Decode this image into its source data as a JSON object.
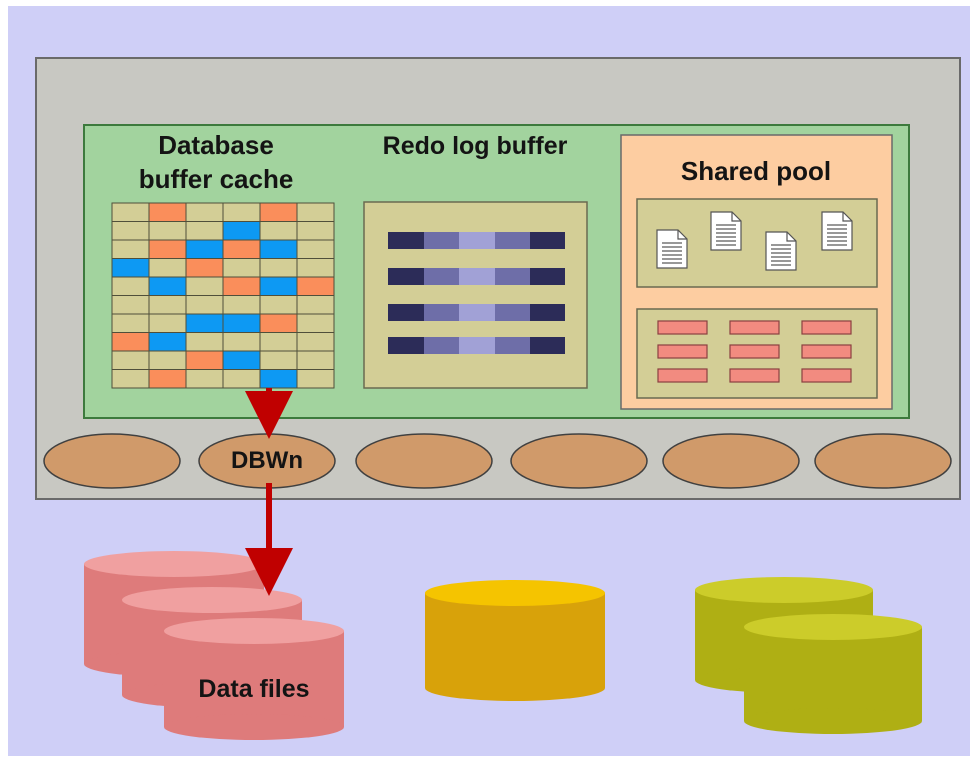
{
  "diagram": {
    "buffer_cache_label_line1": "Database",
    "buffer_cache_label_line2": "buffer cache",
    "redo_log_label": "Redo log buffer",
    "shared_pool_label": "Shared pool",
    "process_label": "DBWn",
    "data_files_label": "Data files"
  },
  "colors": {
    "page_background": "#cfcff7",
    "instance_box": "#c8c8c2",
    "sga_box": "#a2d39e",
    "shared_pool_box": "#fdcda1",
    "buffer_cell": "#d3ce96",
    "buffer_dirty": "#fa8e5b",
    "buffer_pinned": "#0d99f3",
    "redo_dark": "#2c2c58",
    "redo_mid": "#6e6ea8",
    "redo_light": "#a1a1d6",
    "process_oval": "#d09a6a",
    "arrow": "#c00000",
    "data_file_cylinder": "#de7b7b",
    "control_file_cylinder": "#d8a20a",
    "redo_file_cylinder": "#afaf14"
  },
  "buffer_grid": [
    [
      "c",
      "d",
      "c",
      "c",
      "d",
      "c"
    ],
    [
      "c",
      "c",
      "c",
      "p",
      "c",
      "c"
    ],
    [
      "c",
      "d",
      "p",
      "d",
      "p",
      "c"
    ],
    [
      "p",
      "c",
      "d",
      "c",
      "c",
      "c"
    ],
    [
      "c",
      "p",
      "c",
      "d",
      "p",
      "d"
    ],
    [
      "c",
      "c",
      "c",
      "c",
      "c",
      "c"
    ],
    [
      "c",
      "c",
      "p",
      "p",
      "d",
      "c"
    ],
    [
      "d",
      "p",
      "c",
      "c",
      "c",
      "c"
    ],
    [
      "c",
      "c",
      "d",
      "p",
      "c",
      "c"
    ],
    [
      "c",
      "d",
      "c",
      "c",
      "p",
      "c"
    ]
  ]
}
